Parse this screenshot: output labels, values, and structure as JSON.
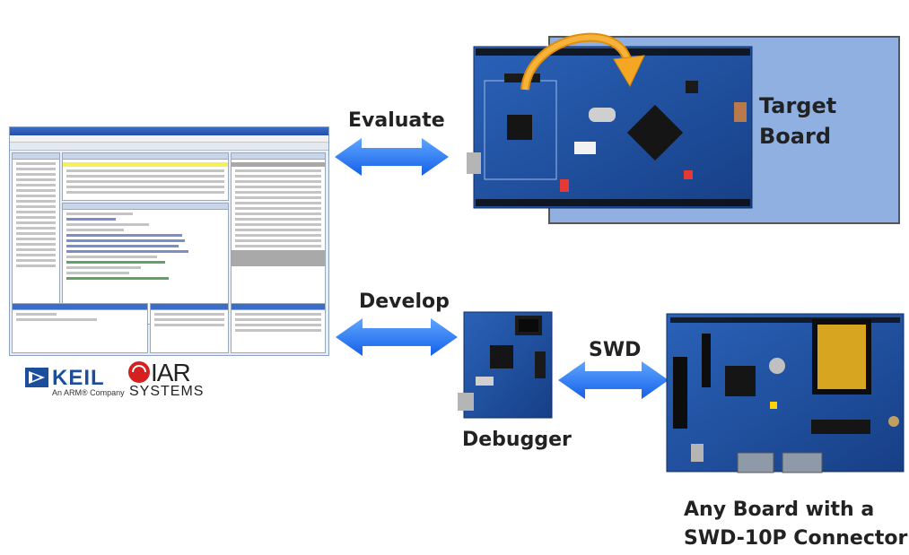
{
  "labels": {
    "evaluate": "Evaluate",
    "develop": "Develop",
    "swd": "SWD",
    "debugger": "Debugger",
    "target_board_line1": "Target",
    "target_board_line2": "Board",
    "any_board_line1": "Any Board with a",
    "any_board_line2": "SWD-10P Connector"
  },
  "logos": {
    "keil_name": "KEIL",
    "keil_sub": "An ARM® Company",
    "iar_name": "IAR",
    "iar_sub": "SYSTEMS"
  },
  "colors": {
    "arrow_blue": "#1c6ef2",
    "board_blue": "#1f4f9a",
    "target_panel": "#8fb0e0",
    "orange_arrow": "#f5a623",
    "iar_red": "#d6201f",
    "keil_blue": "#1b4f9c"
  }
}
